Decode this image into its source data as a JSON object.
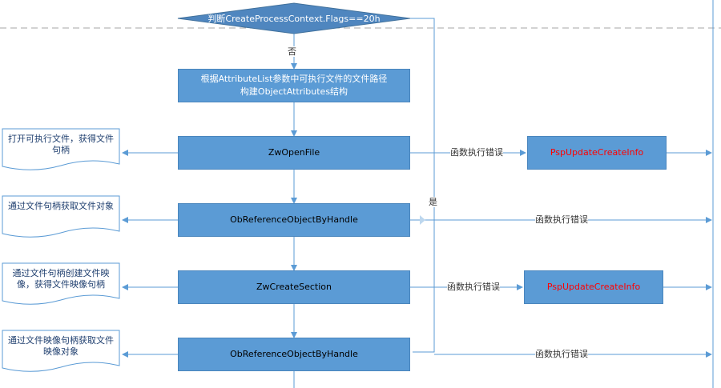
{
  "decision": {
    "text": "判断CreateProcessContext.Flags==20h"
  },
  "labels": {
    "no": "否",
    "yes": "是"
  },
  "steps": [
    {
      "text": "根据AttributeList参数中可执行文件的文件路径\n构建ObjectAttributes结构"
    },
    {
      "text": "ZwOpenFile"
    },
    {
      "text": "ObReferenceObjectByHandle"
    },
    {
      "text": "ZwCreateSection"
    },
    {
      "text": "ObReferenceObjectByHandle"
    }
  ],
  "notes": [
    {
      "text": "打开可执行文件，获得文件句柄"
    },
    {
      "text": "通过文件句柄获取文件对象"
    },
    {
      "text": "通过文件句柄创建文件映像，获得文件映像句柄"
    },
    {
      "text": "通过文件映像句柄获取文件映像对象"
    }
  ],
  "errors": [
    {
      "label": "函数执行错误",
      "target": "PspUpdateCreateInfo"
    },
    {
      "label": "函数执行错误"
    },
    {
      "label": "函数执行错误",
      "target": "PspUpdateCreateInfo"
    },
    {
      "label": "函数执行错误"
    }
  ],
  "colors": {
    "box_fill": "#5b9bd5",
    "line": "#5b9bd5",
    "dash": "#a6a6a6",
    "error_target_text": "#ff0000"
  }
}
